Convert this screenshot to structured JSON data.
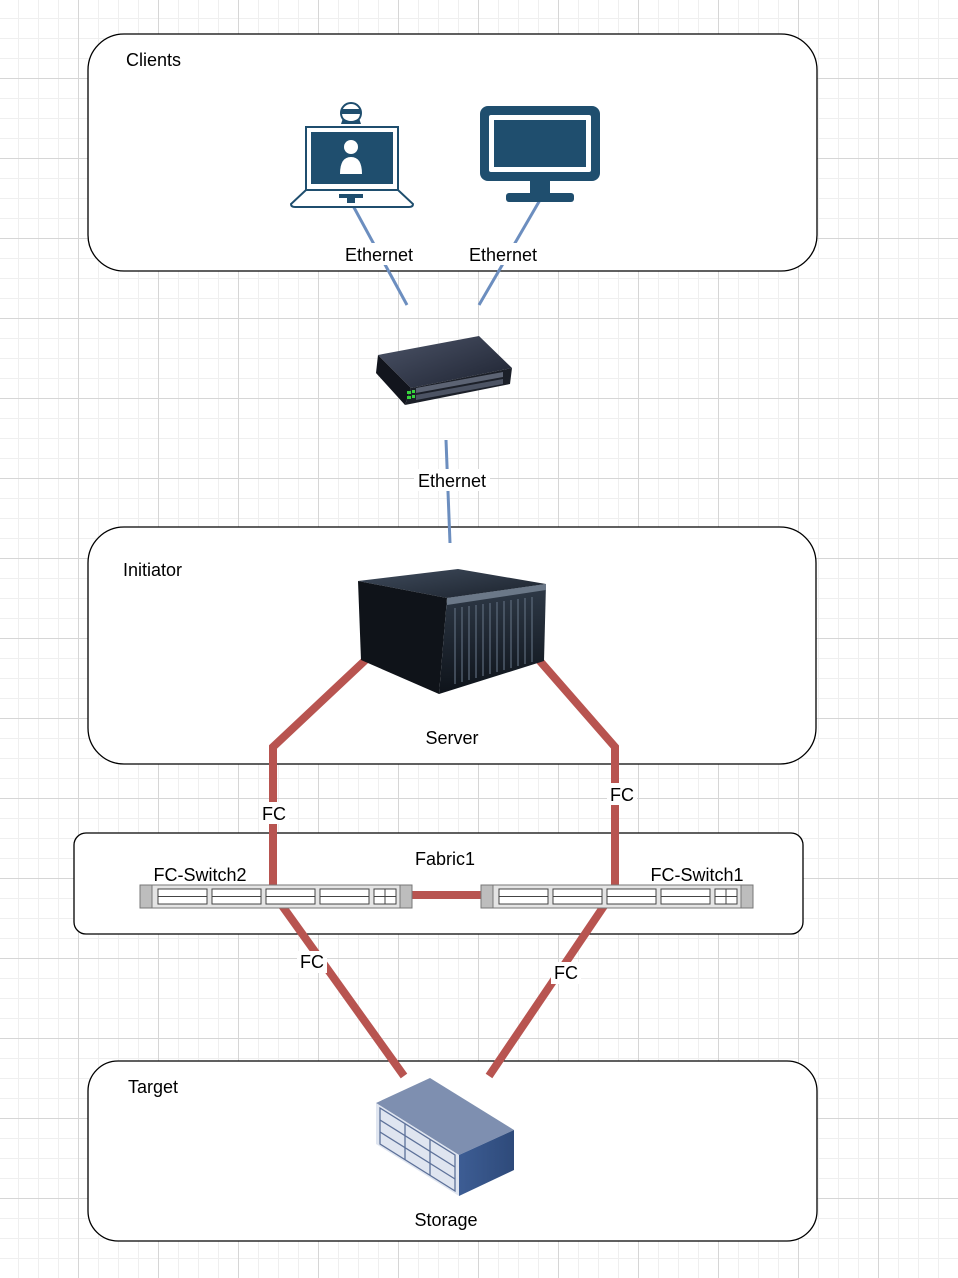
{
  "groups": {
    "clients": "Clients",
    "initiator": "Initiator",
    "fabric": "Fabric1",
    "target": "Target"
  },
  "nodes": {
    "server": "Server",
    "storage": "Storage",
    "fc_switch_left": "FC-Switch2",
    "fc_switch_right": "FC-Switch1"
  },
  "edges": {
    "laptop_link": "Ethernet",
    "monitor_link": "Ethernet",
    "switch_server_link": "Ethernet",
    "server_left_link": "FC",
    "server_right_link": "FC",
    "left_storage_link": "FC",
    "right_storage_link": "FC"
  },
  "colors": {
    "ethernet": "#6c8ebf",
    "fibre_channel": "#b85450",
    "device_blue": "#1f4e6e"
  },
  "icons": {
    "laptop": "laptop-user-icon",
    "monitor": "desktop-monitor-icon",
    "ethernet_switch": "ethernet-switch-icon",
    "server": "rack-server-icon",
    "storage": "storage-array-icon",
    "fc_switch": "fc-switch-icon"
  }
}
